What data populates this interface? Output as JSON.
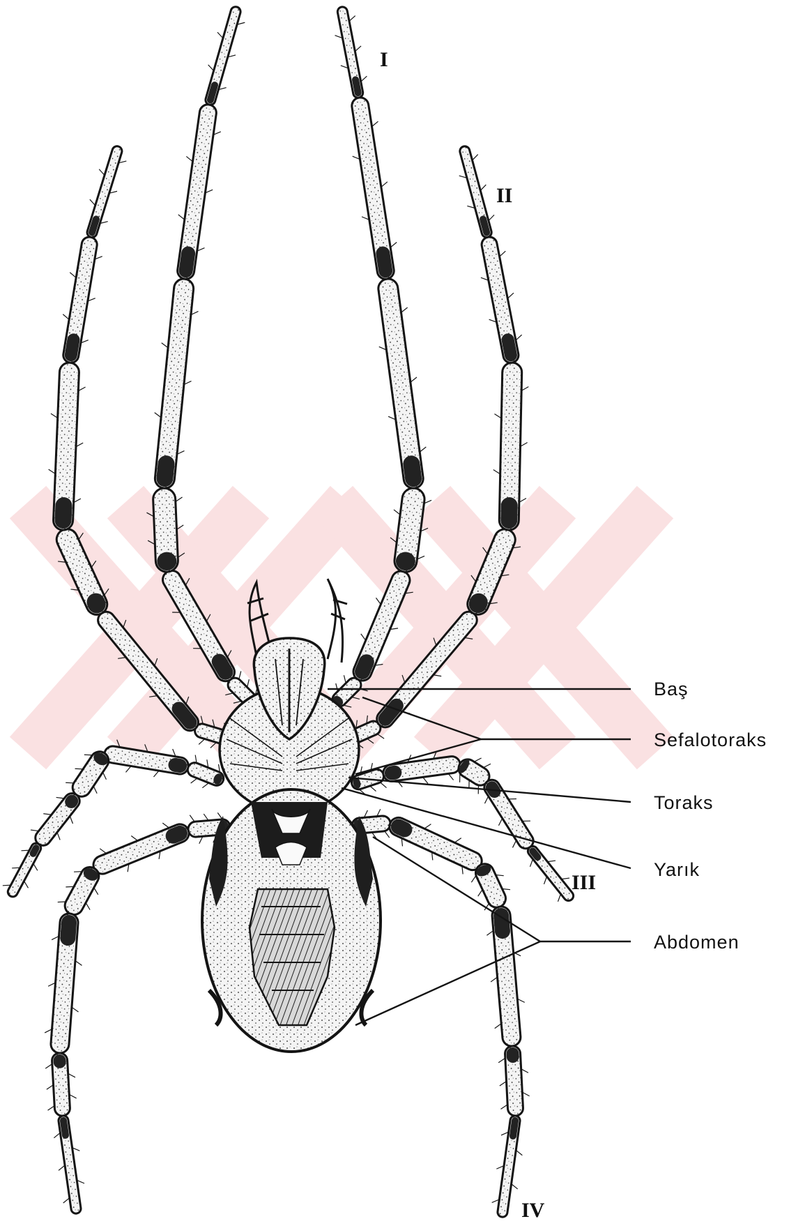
{
  "watermark_color": "#f6c9cc",
  "line_color": "#141414",
  "labels": {
    "head": "Baş",
    "cephalothorax": "Sefalotoraks",
    "thorax": "Toraks",
    "cleft": "Yarık",
    "abdomen": "Abdomen"
  },
  "leg_numerals": {
    "leg_1": "I",
    "leg_2": "II",
    "leg_3": "III",
    "leg_4": "IV"
  }
}
